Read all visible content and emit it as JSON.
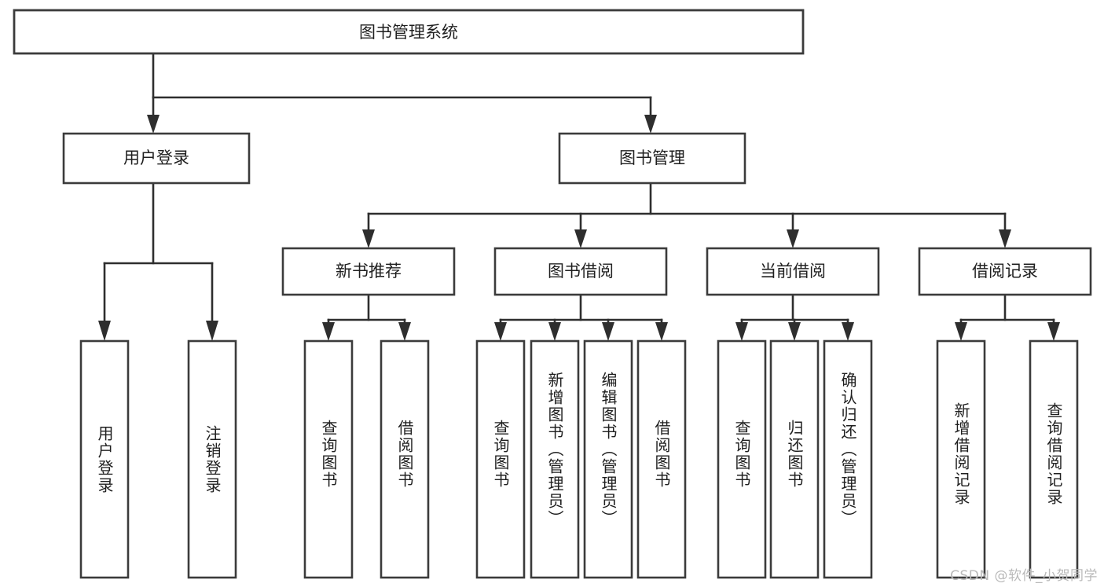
{
  "diagram": {
    "type": "tree",
    "title": "图书管理系统",
    "orientation": "top-down",
    "watermark": "CSDN @软件_小贺同学",
    "colors": {
      "box_fill": "#ffffff",
      "box_stroke": "#3b3b3b",
      "connector": "#2e2e2e",
      "text": "#1f1f1f",
      "watermark": "#b9b9b9",
      "background": "#ffffff"
    },
    "levels": {
      "root": "图书管理系统",
      "level2": [
        "用户登录",
        "图书管理"
      ],
      "level3": [
        "新书推荐",
        "图书借阅",
        "当前借阅",
        "借阅记录"
      ],
      "leaves": [
        "用户登录",
        "注销登录",
        "查询图书",
        "借阅图书",
        "查询图书",
        "新增图书（管理员）",
        "编辑图书（管理员）",
        "借阅图书",
        "查询图书",
        "归还图书",
        "确认归还（管理员）",
        "新增借阅记录",
        "查询借阅记录"
      ]
    },
    "nodes": {
      "root": {
        "label": "图书管理系统"
      },
      "user_login": {
        "label": "用户登录"
      },
      "book_mgmt": {
        "label": "图书管理"
      },
      "new_book_rec": {
        "label": "新书推荐"
      },
      "book_borrow": {
        "label": "图书借阅"
      },
      "current_borrow": {
        "label": "当前借阅"
      },
      "borrow_record": {
        "label": "借阅记录"
      },
      "leaf_user_login": {
        "label": "用户登录"
      },
      "leaf_logout": {
        "label": "注销登录"
      },
      "leaf_query_book_a": {
        "label": "查询图书"
      },
      "leaf_borrow_book_a": {
        "label": "借阅图书"
      },
      "leaf_query_book_b": {
        "label": "查询图书"
      },
      "leaf_add_book": {
        "label": "新增图书（管理员）"
      },
      "leaf_edit_book": {
        "label": "编辑图书（管理员）"
      },
      "leaf_borrow_book_b": {
        "label": "借阅图书"
      },
      "leaf_query_book_c": {
        "label": "查询图书"
      },
      "leaf_return_book": {
        "label": "归还图书"
      },
      "leaf_confirm_return": {
        "label": "确认归还（管理员）"
      },
      "leaf_add_record": {
        "label": "新增借阅记录"
      },
      "leaf_query_record": {
        "label": "查询借阅记录"
      }
    }
  }
}
